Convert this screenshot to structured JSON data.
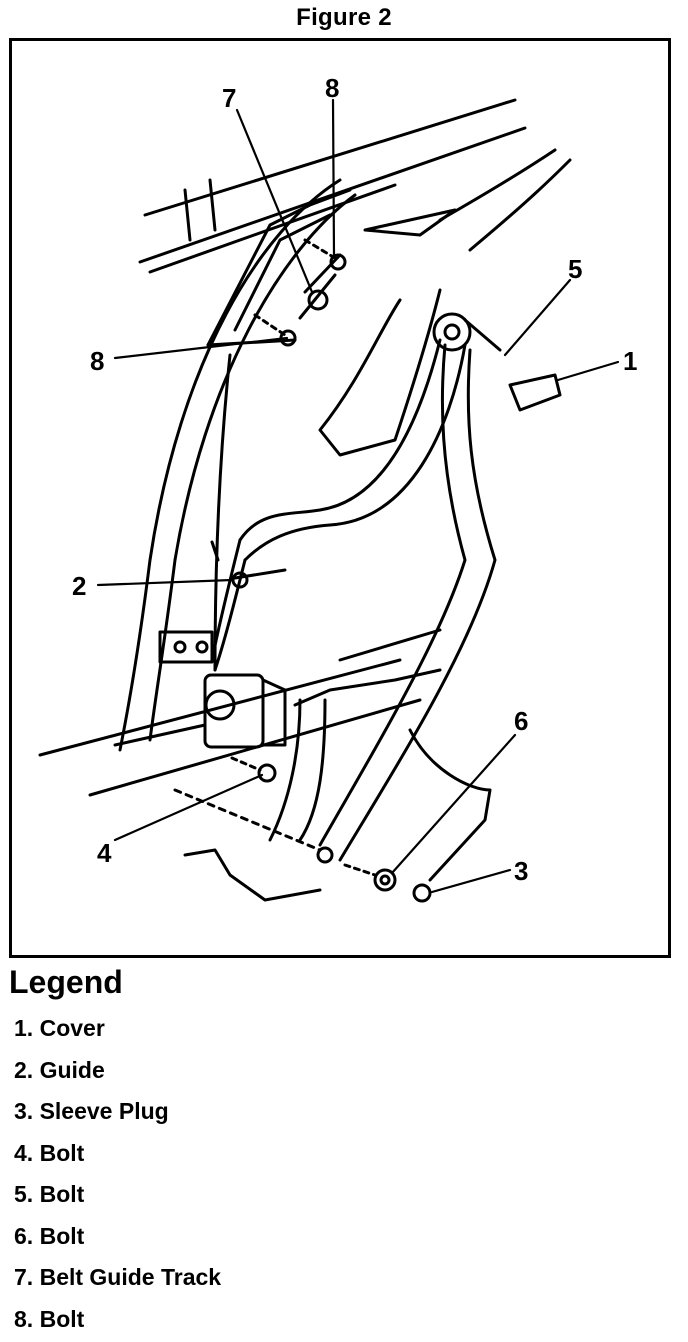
{
  "figure_title": "Figure 2",
  "legend_heading": "Legend",
  "legend": [
    {
      "num": "1.",
      "label": "Cover"
    },
    {
      "num": "2.",
      "label": "Guide"
    },
    {
      "num": "3.",
      "label": "Sleeve Plug"
    },
    {
      "num": "4.",
      "label": "Bolt"
    },
    {
      "num": "5.",
      "label": "Bolt"
    },
    {
      "num": "6.",
      "label": "Bolt"
    },
    {
      "num": "7.",
      "label": "Belt Guide Track"
    },
    {
      "num": "8.",
      "label": "Bolt"
    }
  ],
  "callouts": {
    "c1": "1",
    "c2": "2",
    "c3": "3",
    "c4": "4",
    "c5": "5",
    "c6": "6",
    "c7": "7",
    "c8_top": "8",
    "c8_left": "8"
  }
}
